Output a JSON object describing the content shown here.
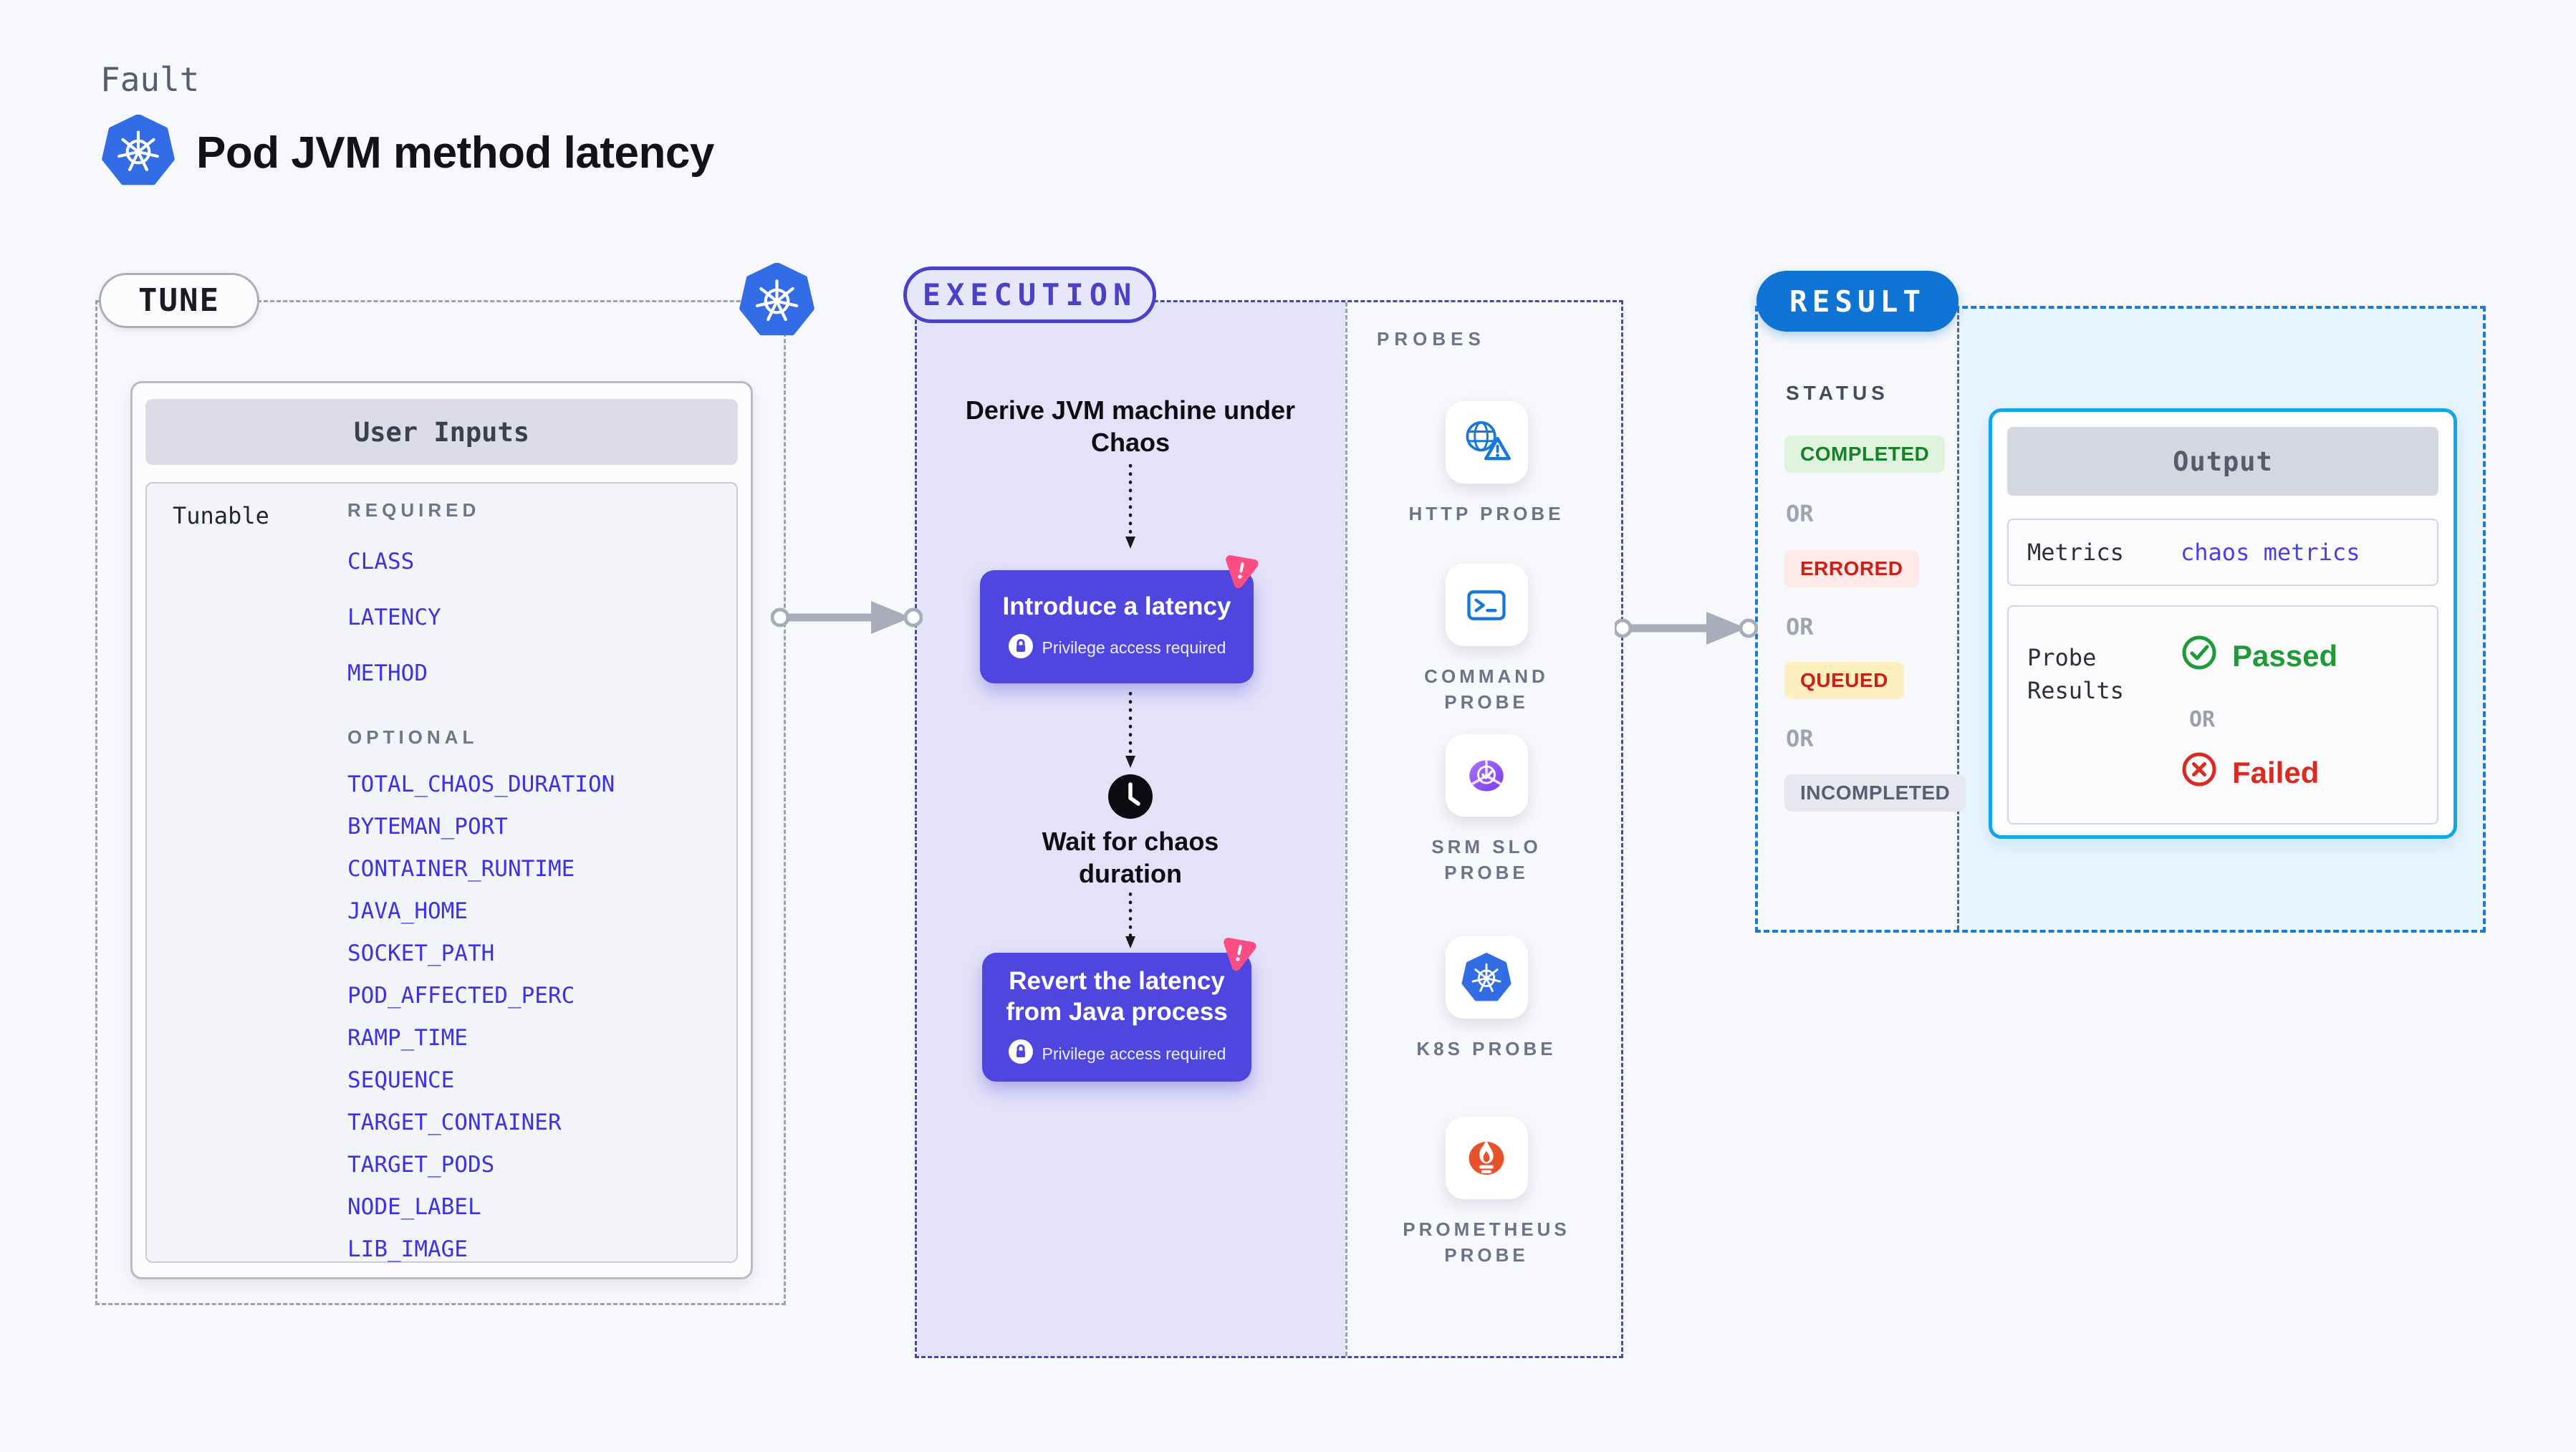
{
  "header": {
    "kicker": "Fault",
    "title": "Pod JVM method latency",
    "icon": "kubernetes-icon"
  },
  "tune": {
    "pill_label": "TUNE",
    "corner_icon": "kubernetes-icon",
    "card_title": "User Inputs",
    "row_label": "Tunable",
    "required_label": "REQUIRED",
    "optional_label": "OPTIONAL",
    "required": [
      "CLASS",
      "LATENCY",
      "METHOD"
    ],
    "optional": [
      "TOTAL_CHAOS_DURATION",
      "BYTEMAN_PORT",
      "CONTAINER_RUNTIME",
      "JAVA_HOME",
      "SOCKET_PATH",
      "POD_AFFECTED_PERC",
      "RAMP_TIME",
      "SEQUENCE",
      "TARGET_CONTAINER",
      "TARGET_PODS",
      "NODE_LABEL",
      "LIB_IMAGE"
    ]
  },
  "execution": {
    "pill_label": "EXECUTION",
    "steps": [
      {
        "type": "text",
        "label": "Derive JVM machine under Chaos"
      },
      {
        "type": "action",
        "title": "Introduce a latency",
        "badge": "Privilege access required",
        "badge_icon": "lock-icon",
        "corner_icon": "chaos-spark-icon"
      },
      {
        "type": "wait",
        "label": "Wait for chaos duration",
        "icon": "clock-icon"
      },
      {
        "type": "action",
        "title": "Revert the latency from Java process",
        "badge": "Privilege access required",
        "badge_icon": "lock-icon",
        "corner_icon": "chaos-spark-icon"
      }
    ]
  },
  "probes": {
    "label": "PROBES",
    "items": [
      {
        "label": "HTTP PROBE",
        "icon": "globe-alert-icon"
      },
      {
        "label": "COMMAND PROBE",
        "icon": "terminal-icon"
      },
      {
        "label": "SRM SLO PROBE",
        "icon": "slo-check-icon"
      },
      {
        "label": "K8S PROBE",
        "icon": "kubernetes-icon"
      },
      {
        "label": "PROMETHEUS PROBE",
        "icon": "prometheus-icon"
      }
    ]
  },
  "result": {
    "pill_label": "RESULT",
    "status_label": "STATUS",
    "or": "OR",
    "statuses": [
      {
        "label": "COMPLETED",
        "kind": "success"
      },
      {
        "label": "ERRORED",
        "kind": "error"
      },
      {
        "label": "QUEUED",
        "kind": "warning"
      },
      {
        "label": "INCOMPLETED",
        "kind": "neutral"
      }
    ],
    "output": {
      "title": "Output",
      "metrics_label": "Metrics",
      "metrics_value": "chaos metrics",
      "probe_results_label": "Probe Results",
      "passed": "Passed",
      "or": "OR",
      "failed": "Failed"
    }
  },
  "colors": {
    "page_bg": "#f7f8fb",
    "kubernetes_blue": "#326de6",
    "param_blue": "#3c32e4",
    "execution_indigo": "#4b41c9",
    "action_button": "#4f46e0",
    "lavender_fill": "#e4e2f8",
    "pink_accent": "#fb4d83",
    "result_blue": "#0e73d3",
    "result_dash_blue": "#177bd7",
    "output_border_cyan": "#12a5e8",
    "result_fill": "#e7f4fd",
    "completed_green": "#188028",
    "errored_red": "#c92118",
    "passed_green": "#1d9b35",
    "failed_red": "#d92b1f",
    "probe_icon_blue": "#1778d9",
    "prometheus_orange": "#e6522c",
    "slo_purple": "#7a3bee"
  }
}
